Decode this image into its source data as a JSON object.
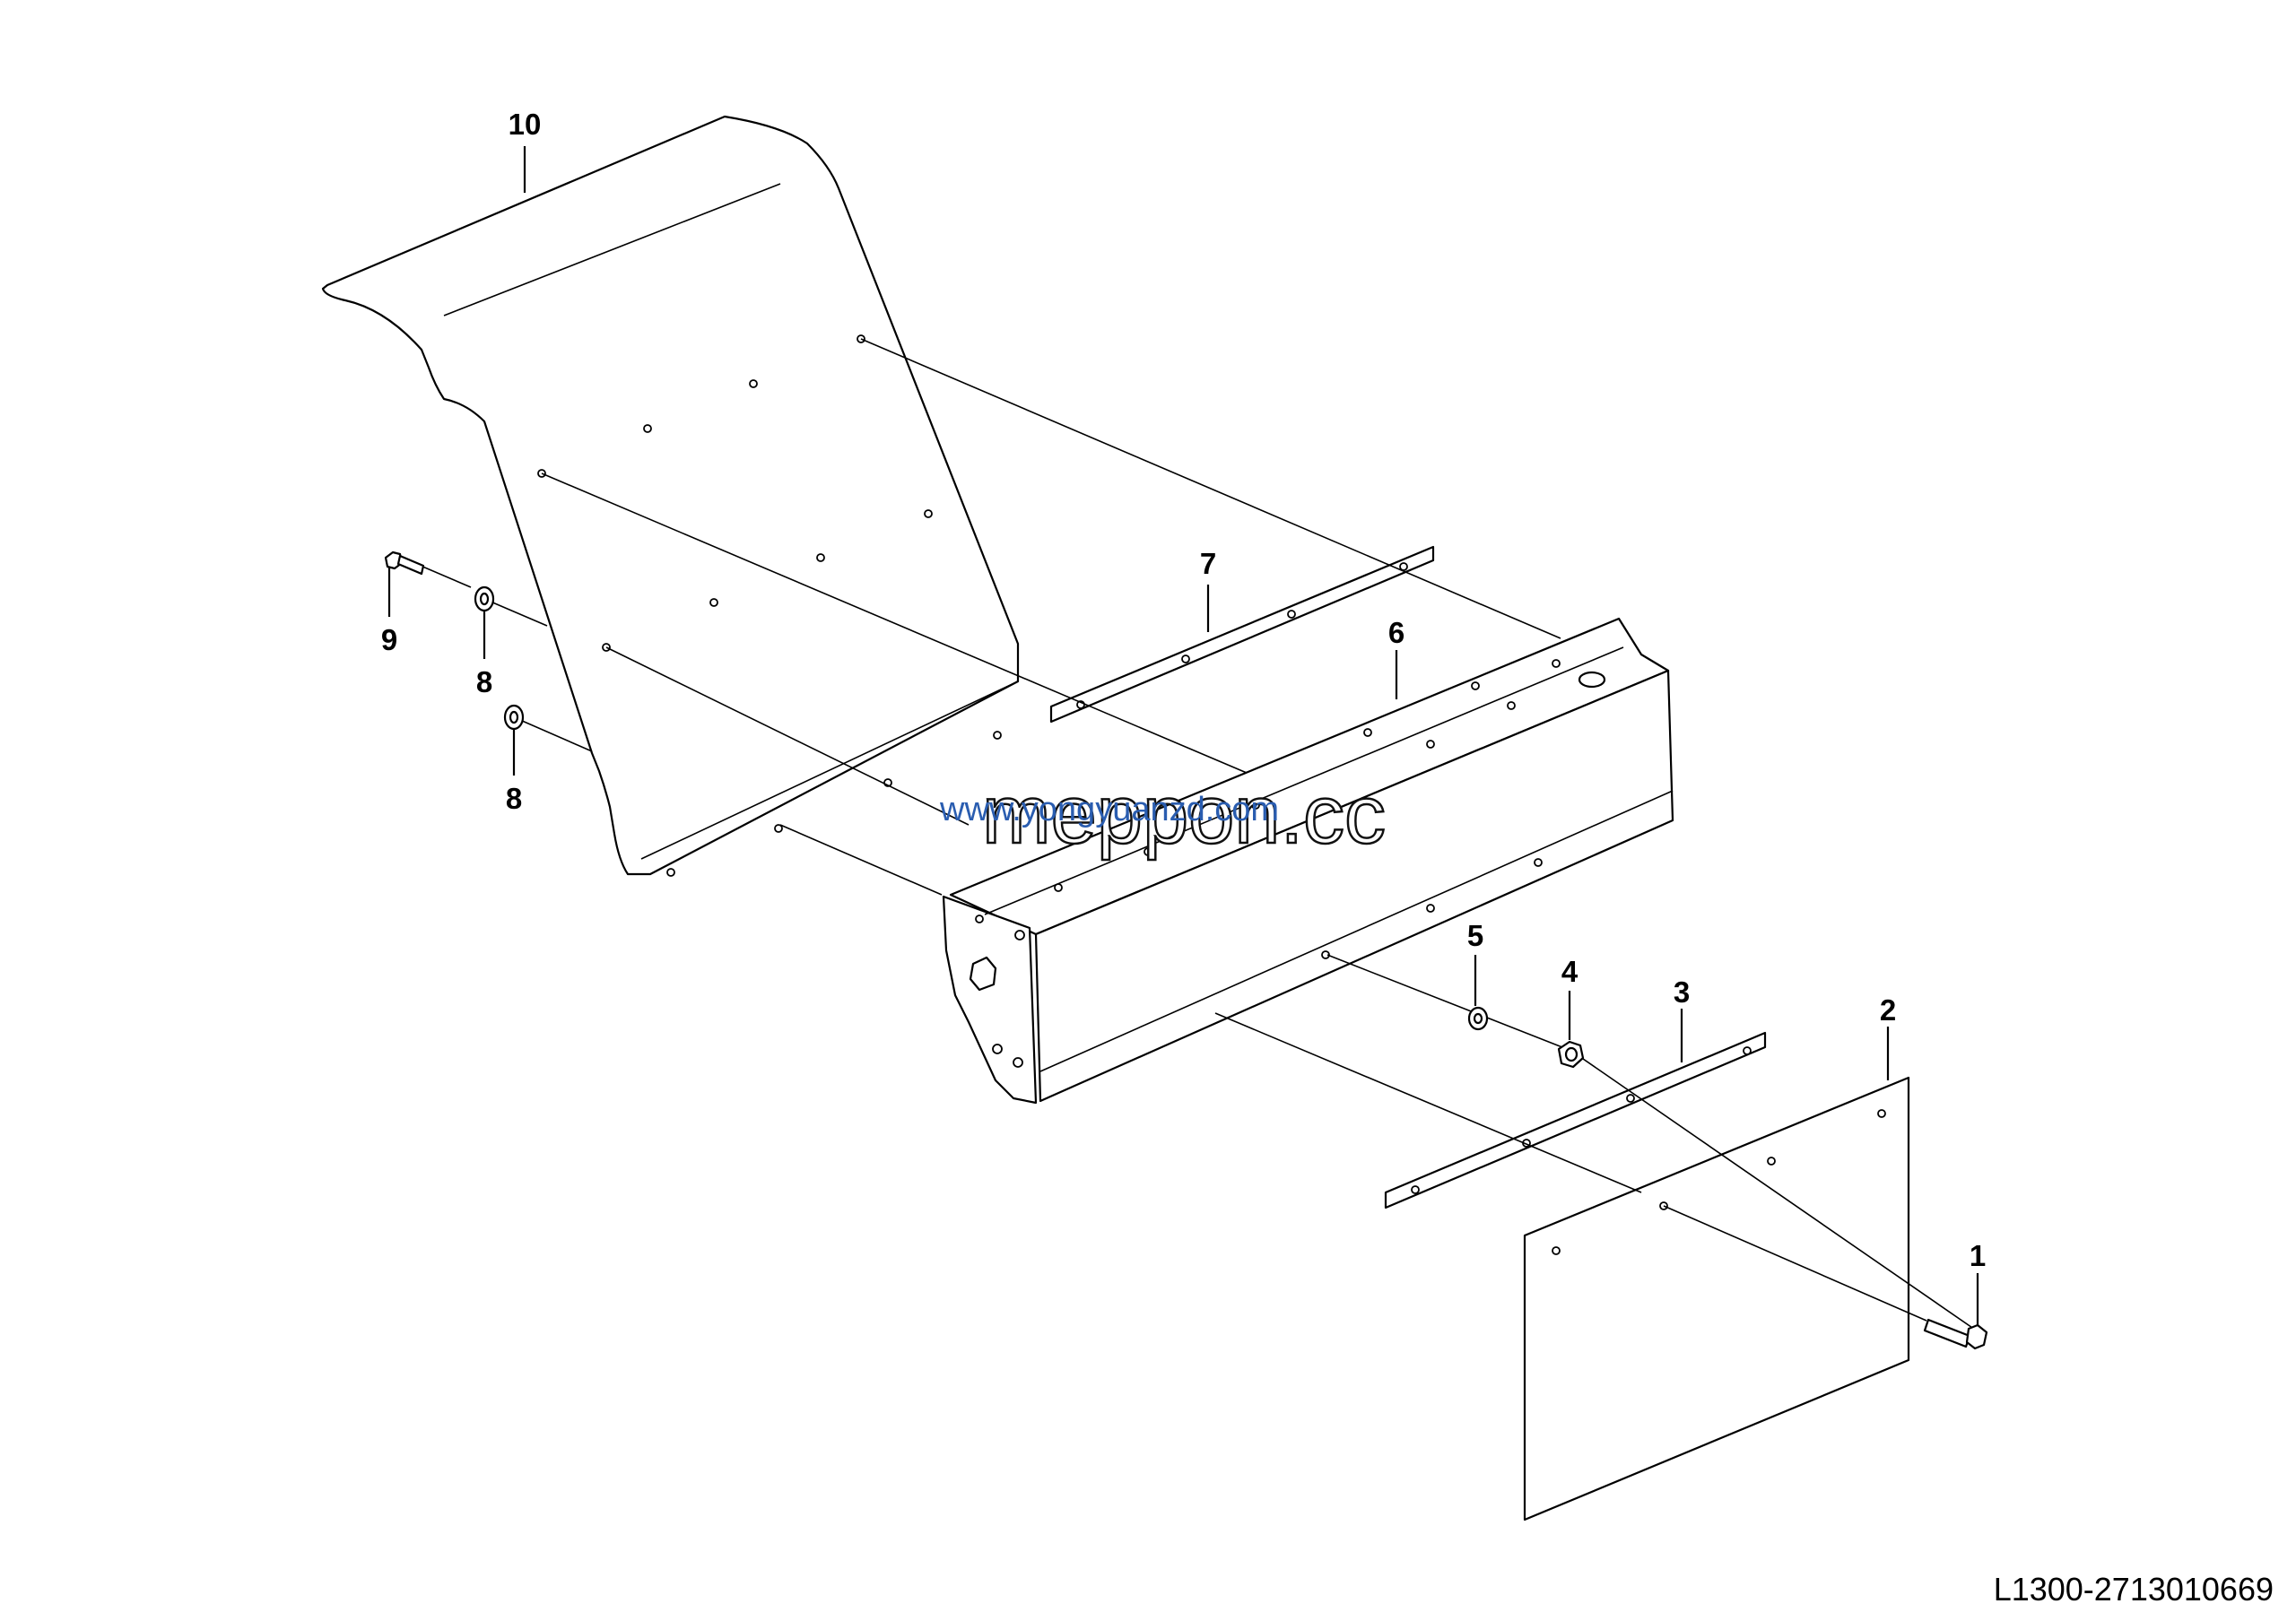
{
  "callouts": [
    {
      "id": "1",
      "label": "1"
    },
    {
      "id": "2",
      "label": "2"
    },
    {
      "id": "3",
      "label": "3"
    },
    {
      "id": "4",
      "label": "4"
    },
    {
      "id": "5",
      "label": "5"
    },
    {
      "id": "6",
      "label": "6"
    },
    {
      "id": "7",
      "label": "7"
    },
    {
      "id": "8a",
      "label": "8"
    },
    {
      "id": "8b",
      "label": "8"
    },
    {
      "id": "9",
      "label": "9"
    },
    {
      "id": "10",
      "label": "10"
    }
  ],
  "watermark": {
    "outline_text": "meppon.cc",
    "blue_text": "www.yongyuanzd.com"
  },
  "reference_code": "L1300-2713010669"
}
